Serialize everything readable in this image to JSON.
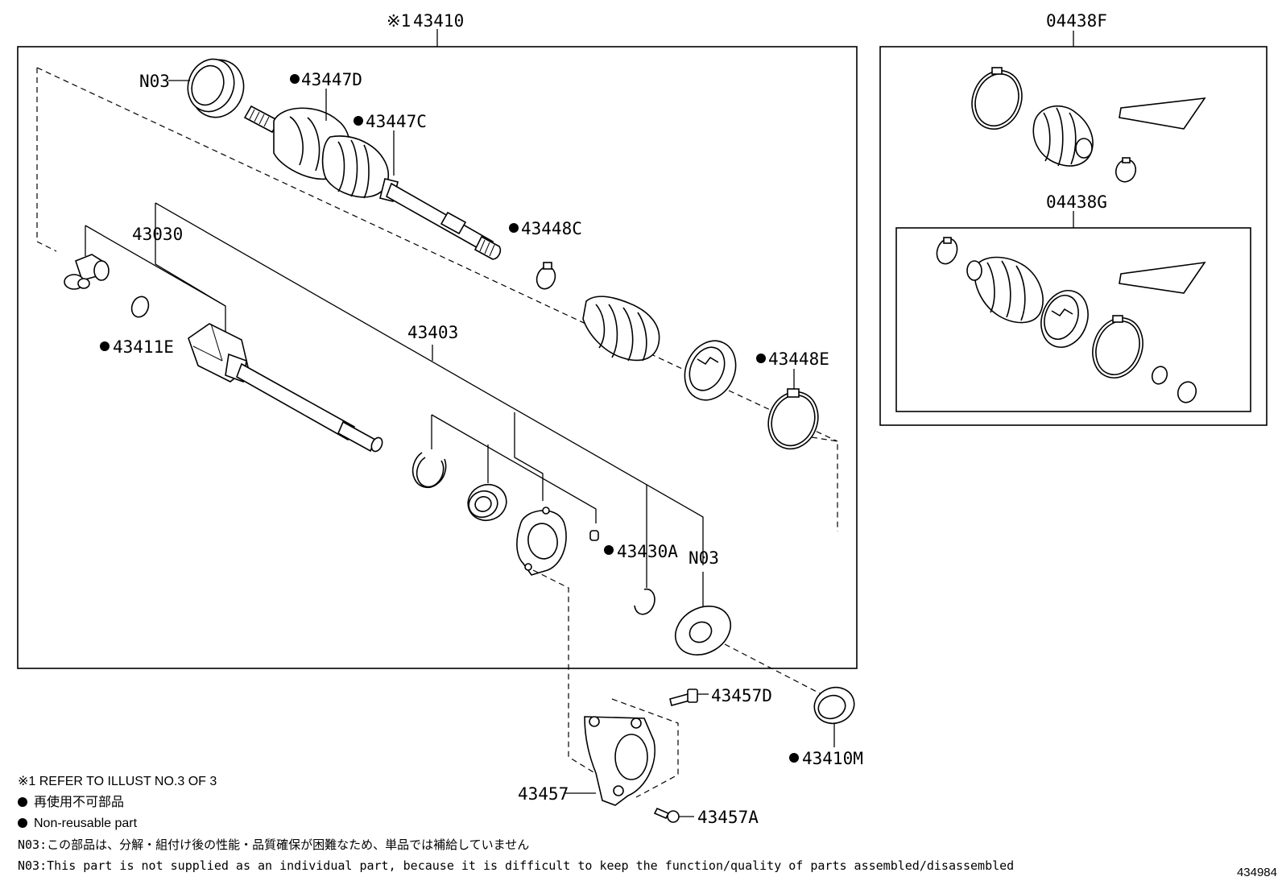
{
  "diagram": {
    "labels": {
      "main_assembly": "43410",
      "main_assembly_ref": "※1",
      "boot_kit_outer": "04438F",
      "boot_kit_inner": "04438G",
      "seal_top": "N03",
      "boot_clamp_d": "43447D",
      "boot_clamp_c": "43447C",
      "clamp_43448c": "43448C",
      "inboard_joint": "43030",
      "snap_ring_e": "43411E",
      "outboard_shaft": "43403",
      "clamp_43448e": "43448E",
      "pin_43430a": "43430A",
      "seal_lower": "N03",
      "bolt_d": "43457D",
      "bracket": "43457",
      "bolt_a": "43457A",
      "seal_43410m": "43410M"
    },
    "notes": {
      "refer": "※1 REFER TO ILLUST NO.3 OF 3",
      "legend_jp": "再使用不可部品",
      "legend_en": "Non-reusable part",
      "n03_jp": "N03:この部品は、分解・組付け後の性能・品質確保が困難なため、単品では補給していません",
      "n03_en": "N03:This part is not supplied as an individual part, because it is difficult to keep the function/quality of parts assembled/disassembled"
    },
    "illustration_number": "434984"
  }
}
